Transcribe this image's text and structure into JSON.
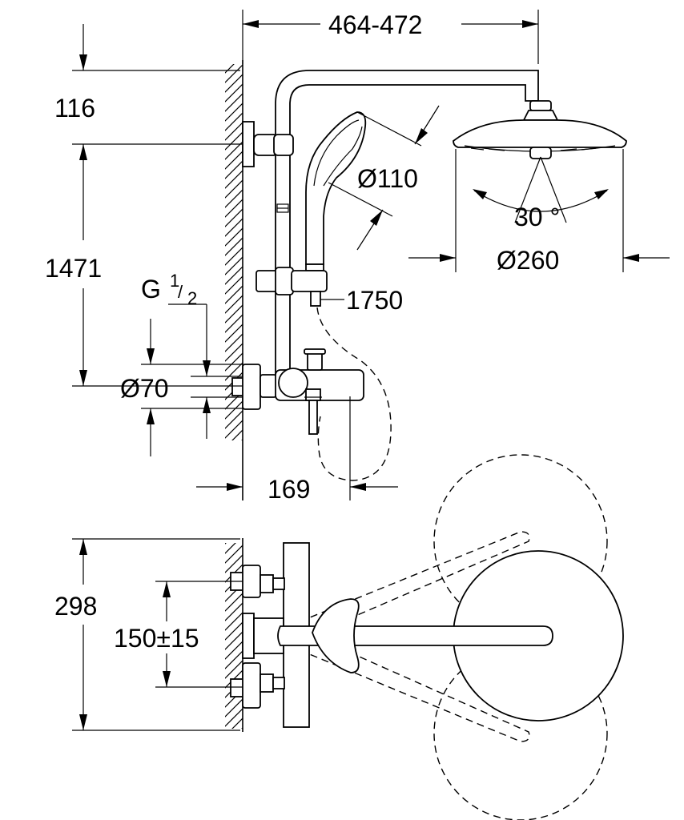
{
  "dimensions": {
    "width_span": "464-472",
    "top_offset": "116",
    "height_main": "1471",
    "thread_prefix": "G",
    "thread_num": "1",
    "thread_den": "2",
    "rosette_dia": "Ø70",
    "hand_shower_dia": "Ø110",
    "head_angle": "30 °",
    "head_dia": "Ø260",
    "hose_length": "1750",
    "spout_length": "169",
    "depth_total": "298",
    "inlet_spacing": "150±15"
  }
}
